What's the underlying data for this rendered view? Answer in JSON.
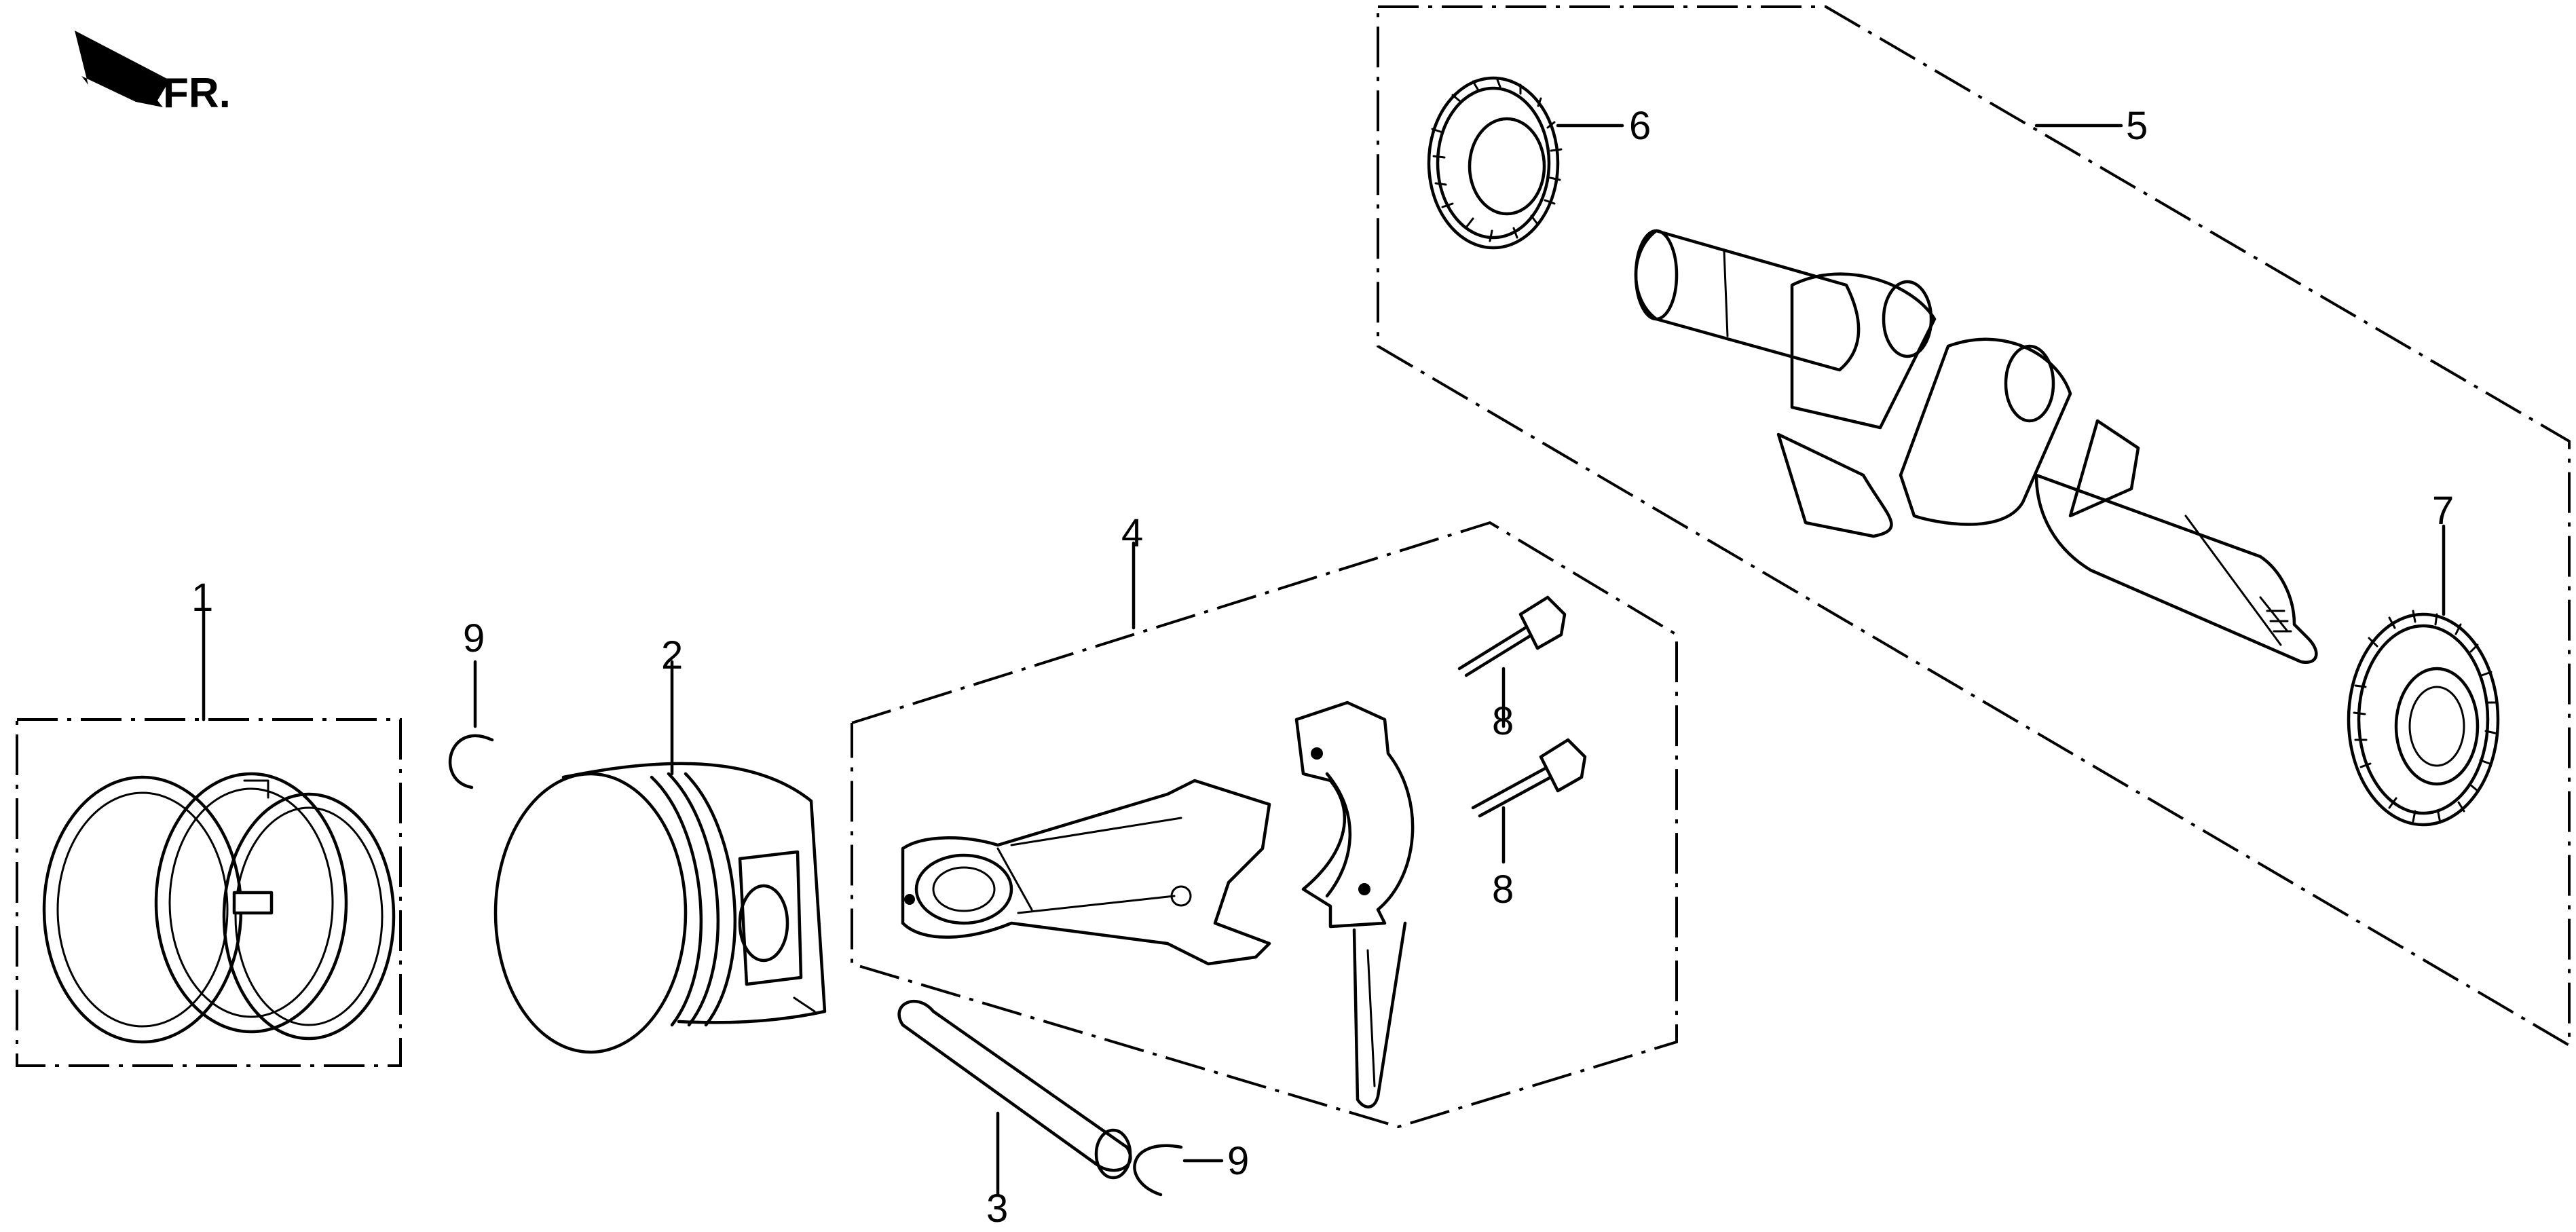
{
  "direction_label": "FR.",
  "callouts": {
    "c1": "1",
    "c2": "2",
    "c3": "3",
    "c4": "4",
    "c5": "5",
    "c6": "6",
    "c7": "7",
    "c8a": "8",
    "c8b": "8",
    "c9a": "9",
    "c9b": "9"
  }
}
